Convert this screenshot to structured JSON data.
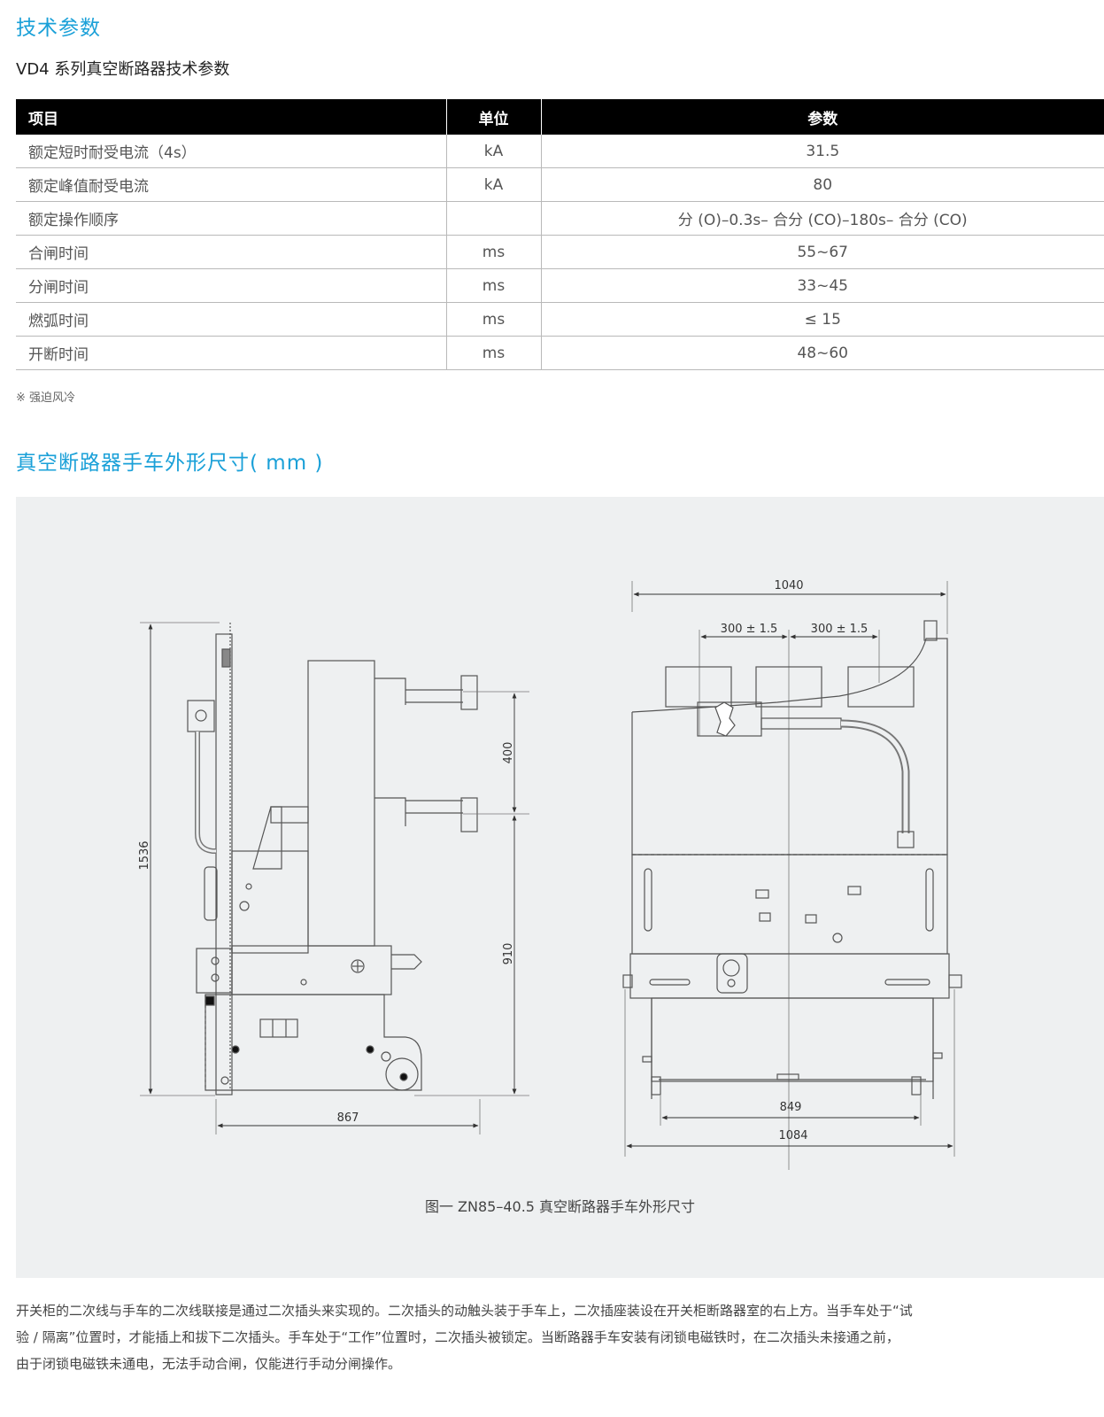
{
  "section1_title": "技术参数",
  "subtitle": "VD4 系列真空断路器技术参数",
  "table": {
    "headers": [
      "项目",
      "单位",
      "参数"
    ],
    "rows": [
      [
        "额定短时耐受电流（4s）",
        "kA",
        "31.5"
      ],
      [
        "额定峰值耐受电流",
        "kA",
        "80"
      ],
      [
        "额定操作顺序",
        "",
        "分 (O)–0.3s– 合分 (CO)–180s– 合分 (CO)"
      ],
      [
        "合闸时间",
        "ms",
        "55~67"
      ],
      [
        "分闸时间",
        "ms",
        "33~45"
      ],
      [
        "燃弧时间",
        "ms",
        "≤ 15"
      ],
      [
        "开断时间",
        "ms",
        "48~60"
      ]
    ]
  },
  "note": "※ 强迫风冷",
  "section2_title": "真空断路器手车外形尺寸( mm )",
  "drawing": {
    "dims": {
      "height_total": "1536",
      "upper": "400",
      "lower": "910",
      "side_width": "867",
      "front_width": "1040",
      "pitch_left": "300 ± 1.5",
      "pitch_right": "300 ± 1.5",
      "wheel_base": "849",
      "base_width": "1084"
    },
    "caption": "图一  ZN85–40.5 真空断路器手车外形尺寸"
  },
  "paragraph": [
    "开关柜的二次线与手车的二次线联接是通过二次插头来实现的。二次插头的动触头装于手车上，二次插座装设在开关柜断路器室的右上方。当手车处于“试",
    "验 / 隔离”位置时，才能插上和拔下二次插头。手车处于“工作”位置时，二次插头被锁定。当断路器手车安装有闭锁电磁铁时，在二次插头未接通之前，",
    "由于闭锁电磁铁未通电，无法手动合闸，仅能进行手动分闸操作。"
  ]
}
